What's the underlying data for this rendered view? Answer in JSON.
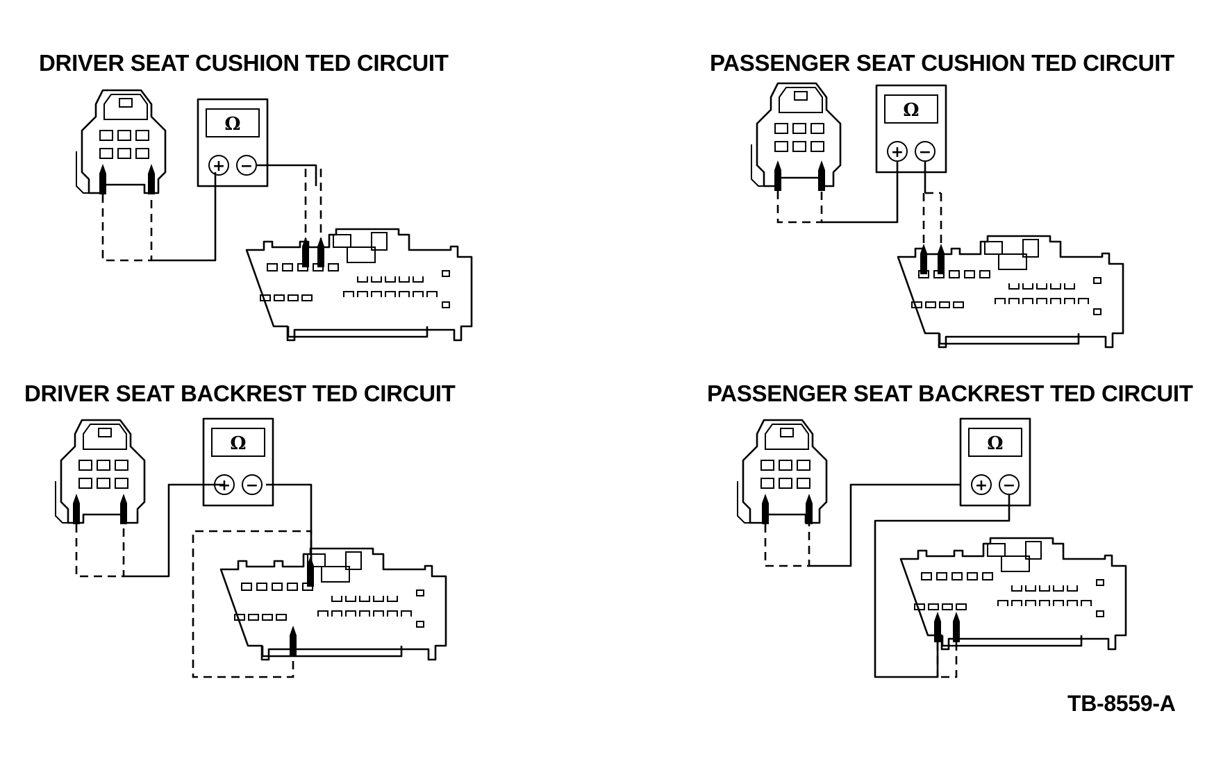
{
  "diagrams": [
    {
      "title": "DRIVER SEAT CUSHION TED CIRCUIT"
    },
    {
      "title": "PASSENGER SEAT CUSHION TED CIRCUIT"
    },
    {
      "title": "DRIVER SEAT BACKREST TED CIRCUIT"
    },
    {
      "title": "PASSENGER SEAT BACKREST TED CIRCUIT"
    }
  ],
  "meter": {
    "symbol": "Ω",
    "plus": "+",
    "minus": "−"
  },
  "reference": "TB-8559-A"
}
